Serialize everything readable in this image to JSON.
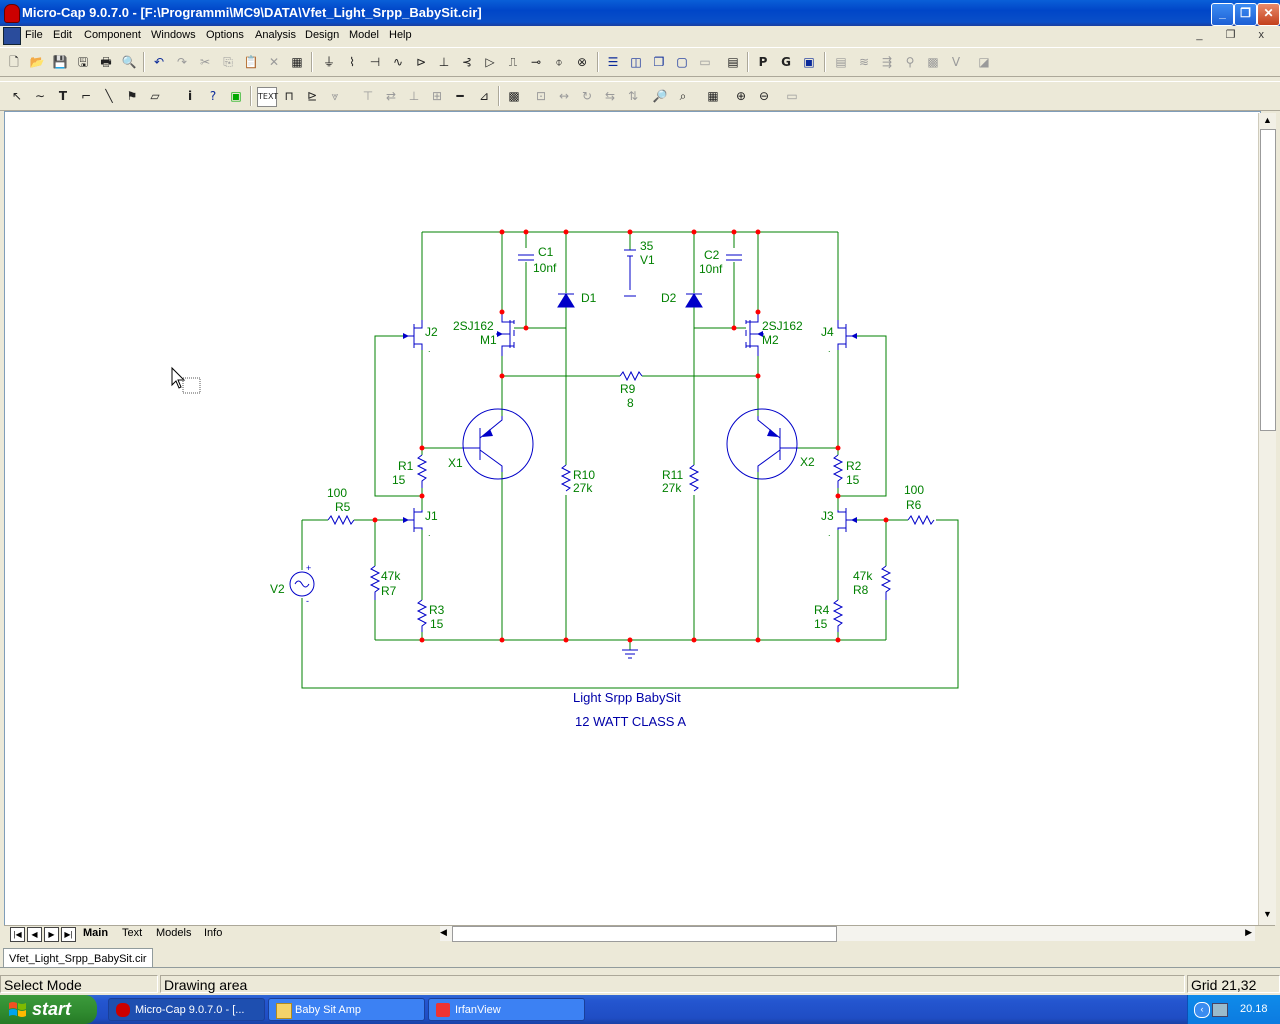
{
  "window": {
    "title": "Micro-Cap 9.0.7.0 - [F:\\Programmi\\MC9\\DATA\\Vfet_Light_Srpp_BabySit.cir]",
    "min": "_",
    "max": "❐",
    "close": "✕"
  },
  "menu": [
    "File",
    "Edit",
    "Component",
    "Windows",
    "Options",
    "Analysis",
    "Design",
    "Model",
    "Help"
  ],
  "mdi": {
    "min": "_",
    "restore": "❐",
    "close": "x"
  },
  "schematic": {
    "title_label": "Light Srpp BabySit",
    "subtitle_label": "12 WATT CLASS A",
    "parts": {
      "c1_name": "C1",
      "c1_value": "10nf",
      "c2_name": "C2",
      "c2_value": "10nf",
      "d1": "D1",
      "d2": "D2",
      "v1_value": "35",
      "v1_name": "V1",
      "j1": "J1",
      "j2": "J2",
      "j3": "J3",
      "j4": "J4",
      "m1_model": "2SJ162",
      "m1_name": "M1",
      "m2_model": "2SJ162",
      "m2_name": "M2",
      "r9_name": "R9",
      "r9_value": "8",
      "x1": "X1",
      "x2": "X2",
      "r1_name": "R1",
      "r1_value": "15",
      "r2_name": "R2",
      "r2_value": "15",
      "r10_name": "R10",
      "r10_value": "27k",
      "r11_name": "R11",
      "r11_value": "27k",
      "r5_value": "100",
      "r5_name": "R5",
      "r6_value": "100",
      "r6_name": "R6",
      "r7_value": "47k",
      "r7_name": "R7",
      "r8_value": "47k",
      "r8_name": "R8",
      "r3_name": "R3",
      "r3_value": "15",
      "r4_name": "R4",
      "r4_value": "15",
      "v2_name": "V2"
    }
  },
  "sheet_tabs": [
    "Main",
    "Text",
    "Models",
    "Info"
  ],
  "document_tab": "Vfet_Light_Srpp_BabySit.cir",
  "status": {
    "mode": "Select Mode",
    "area": "Drawing area",
    "grid": "Grid 21,32"
  },
  "taskbar": {
    "start": "start",
    "tasks": [
      "Micro-Cap 9.0.7.0 - [...",
      "Baby Sit Amp",
      "IrfanView"
    ],
    "clock": "20.18"
  },
  "colors": {
    "wire": "#008000",
    "component": "#0000c8",
    "label": "#008000",
    "node": "#ff0000",
    "title_text": "#0000a8"
  }
}
